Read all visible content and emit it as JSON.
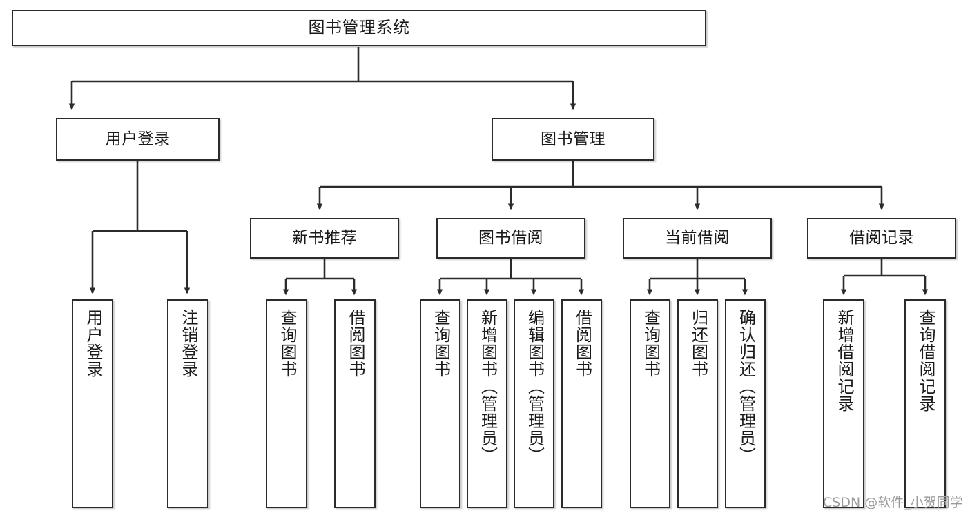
{
  "diagram": {
    "type": "hierarchy-tree",
    "title": "图书管理系统",
    "orientation": "top-down",
    "colors": {
      "box_border": "#2b2b2b",
      "box_fill": "#ffffff",
      "connector": "#2b2b2b",
      "background": "#ffffff",
      "watermark": "#9a9a9a"
    },
    "nodes": {
      "root": {
        "id": "root",
        "label": "图书管理系统",
        "level": 0,
        "orientation": "horizontal"
      },
      "user_login": {
        "id": "user_login",
        "label": "用户登录",
        "level": 1,
        "orientation": "horizontal"
      },
      "book_manage": {
        "id": "book_manage",
        "label": "图书管理",
        "level": 1,
        "orientation": "horizontal"
      },
      "new_book_rec": {
        "id": "new_book_rec",
        "label": "新书推荐",
        "level": 2,
        "orientation": "horizontal"
      },
      "book_borrow": {
        "id": "book_borrow",
        "label": "图书借阅",
        "level": 2,
        "orientation": "horizontal"
      },
      "current_borrow": {
        "id": "current_borrow",
        "label": "当前借阅",
        "level": 2,
        "orientation": "horizontal"
      },
      "borrow_record": {
        "id": "borrow_record",
        "label": "借阅记录",
        "level": 2,
        "orientation": "horizontal"
      },
      "leaf_user_login": {
        "id": "leaf_user_login",
        "label": "用户登录",
        "level": 2,
        "orientation": "vertical"
      },
      "leaf_logout": {
        "id": "leaf_logout",
        "label": "注销登录",
        "level": 2,
        "orientation": "vertical"
      },
      "leaf_rec_query": {
        "id": "leaf_rec_query",
        "label": "查询图书",
        "level": 3,
        "orientation": "vertical"
      },
      "leaf_rec_borrow": {
        "id": "leaf_rec_borrow",
        "label": "借阅图书",
        "level": 3,
        "orientation": "vertical"
      },
      "leaf_bb_query": {
        "id": "leaf_bb_query",
        "label": "查询图书",
        "level": 3,
        "orientation": "vertical"
      },
      "leaf_bb_add": {
        "id": "leaf_bb_add",
        "label": "新增图书（管理员）",
        "level": 3,
        "orientation": "vertical"
      },
      "leaf_bb_edit": {
        "id": "leaf_bb_edit",
        "label": "编辑图书（管理员）",
        "level": 3,
        "orientation": "vertical"
      },
      "leaf_bb_borrow": {
        "id": "leaf_bb_borrow",
        "label": "借阅图书",
        "level": 3,
        "orientation": "vertical"
      },
      "leaf_cb_query": {
        "id": "leaf_cb_query",
        "label": "查询图书",
        "level": 3,
        "orientation": "vertical"
      },
      "leaf_cb_return": {
        "id": "leaf_cb_return",
        "label": "归还图书",
        "level": 3,
        "orientation": "vertical"
      },
      "leaf_cb_confirm": {
        "id": "leaf_cb_confirm",
        "label": "确认归还（管理员）",
        "level": 3,
        "orientation": "vertical"
      },
      "leaf_br_add": {
        "id": "leaf_br_add",
        "label": "新增借阅记录",
        "level": 3,
        "orientation": "vertical"
      },
      "leaf_br_query": {
        "id": "leaf_br_query",
        "label": "查询借阅记录",
        "level": 3,
        "orientation": "vertical"
      }
    },
    "edges": [
      {
        "from": "root",
        "to": "user_login"
      },
      {
        "from": "root",
        "to": "book_manage"
      },
      {
        "from": "user_login",
        "to": "leaf_user_login"
      },
      {
        "from": "user_login",
        "to": "leaf_logout"
      },
      {
        "from": "book_manage",
        "to": "new_book_rec"
      },
      {
        "from": "book_manage",
        "to": "book_borrow"
      },
      {
        "from": "book_manage",
        "to": "current_borrow"
      },
      {
        "from": "book_manage",
        "to": "borrow_record"
      },
      {
        "from": "new_book_rec",
        "to": "leaf_rec_query"
      },
      {
        "from": "new_book_rec",
        "to": "leaf_rec_borrow"
      },
      {
        "from": "book_borrow",
        "to": "leaf_bb_query"
      },
      {
        "from": "book_borrow",
        "to": "leaf_bb_add"
      },
      {
        "from": "book_borrow",
        "to": "leaf_bb_edit"
      },
      {
        "from": "book_borrow",
        "to": "leaf_bb_borrow"
      },
      {
        "from": "current_borrow",
        "to": "leaf_cb_query"
      },
      {
        "from": "current_borrow",
        "to": "leaf_cb_return"
      },
      {
        "from": "current_borrow",
        "to": "leaf_cb_confirm"
      },
      {
        "from": "borrow_record",
        "to": "leaf_br_add"
      },
      {
        "from": "borrow_record",
        "to": "leaf_br_query"
      }
    ]
  },
  "watermark": {
    "text": "CSDN @软件_小贺同学"
  }
}
